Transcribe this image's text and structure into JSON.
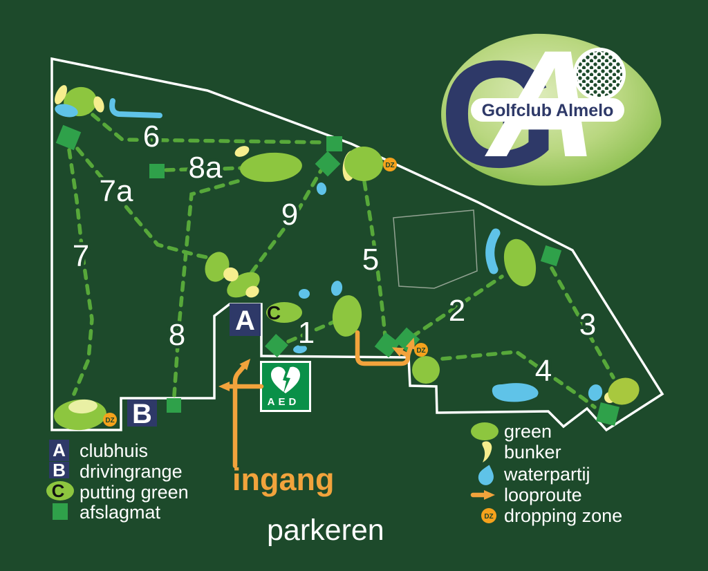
{
  "logo": {
    "monogram_g": "G",
    "monogram_a": "A",
    "club_name": "Golfclub Almelo"
  },
  "colors": {
    "background": "#1d4a2b",
    "boundary": "#ffffff",
    "route_dash": "#57a83a",
    "green_fill": "#8dc63f",
    "green_alt": "#a8c83e",
    "tee_fill": "#2fa14a",
    "bunker_fill": "#f6ee8e",
    "water_fill": "#5fc3e8",
    "navy": "#2e3968",
    "orange": "#f2a33c",
    "dz_orange": "#f5a21c",
    "aed_green": "#0a9048"
  },
  "hole_labels": {
    "h1": "1",
    "h2": "2",
    "h3": "3",
    "h4": "4",
    "h5": "5",
    "h6": "6",
    "h7": "7",
    "h7a": "7a",
    "h8": "8",
    "h8a": "8a",
    "h9": "9"
  },
  "markers": {
    "clubhouse": "A",
    "drivingrange": "B",
    "putting_green": "C",
    "dropping_zone": "DZ",
    "aed": "AED"
  },
  "annotations": {
    "entrance": "ingang",
    "parking": "parkeren"
  },
  "legend_left": {
    "items": [
      {
        "symbol": "A",
        "label": "clubhuis"
      },
      {
        "symbol": "B",
        "label": "drivingrange"
      },
      {
        "symbol": "C",
        "label": "putting green"
      },
      {
        "symbol": "green-square",
        "label": "afslagmat"
      }
    ]
  },
  "legend_right": {
    "items": [
      {
        "symbol": "green-ellipse",
        "label": "green"
      },
      {
        "symbol": "bunker-shape",
        "label": "bunker"
      },
      {
        "symbol": "water-drop",
        "label": "waterpartij"
      },
      {
        "symbol": "orange-arrow",
        "label": "looproute"
      },
      {
        "symbol": "dz-circle",
        "label": "dropping zone"
      }
    ]
  }
}
